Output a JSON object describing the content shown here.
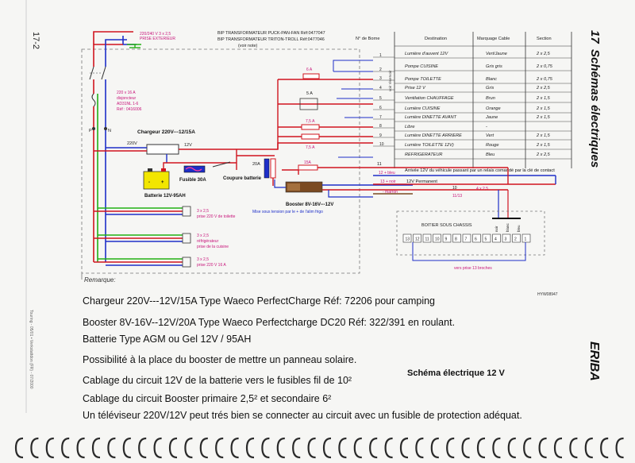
{
  "page": {
    "page_number": "17-2",
    "chapter_number": "17",
    "chapter_title": "Schémas électriques",
    "brand": "ERIBA",
    "ref_code": "HYW08947",
    "remark_label": "Remarque:",
    "side_note": "Touring - 05/01 • Verkstattdon (FR) - 07/2000",
    "diagram_caption": "Schéma électrique 12 V"
  },
  "header": {
    "line1": "BIP TRANSFORMATEUR PUCK-PAN-FAN Réf:0477047",
    "line2": "BIP TRANSFORMATEUR TRITON-TROLL Réf:0477046",
    "line3": "(voir note)"
  },
  "table": {
    "col_headers": [
      "N° de Borne",
      "Destination",
      "Marquage Cable",
      "Section"
    ],
    "terminals": [
      "1",
      "2",
      "3",
      "4",
      "5",
      "6",
      "7",
      "8",
      "9",
      "10"
    ],
    "rows": [
      {
        "dest": "Lumière d'auvent 12V",
        "mark": "Vert/Jaune",
        "section": "2 x 2,5"
      },
      {
        "dest": "Pompe CUISINE",
        "mark": "Gris  gris",
        "section": "2 x 0,75"
      },
      {
        "dest": "Pompe TOILETTE",
        "mark": "Blanc",
        "section": "2 x 0,75"
      },
      {
        "dest": "Prise  12 V",
        "mark": "Gris",
        "section": "2 x 2,5"
      },
      {
        "dest": "Ventilation CHAUFFAGE",
        "mark": "Brun",
        "section": "2 x 1,5"
      },
      {
        "dest": "Lumière CUISINE",
        "mark": "Orange",
        "section": "2 x 1,5"
      },
      {
        "dest": "Lumière DINETTE AVANT",
        "mark": "Jaune",
        "section": "2 x 1,5"
      },
      {
        "dest": "Libre",
        "mark": "-",
        "section": ""
      },
      {
        "dest": "Lumière DINETTE ARRIERE",
        "mark": "Vert",
        "section": "2 x 1,5"
      },
      {
        "dest": "Lumière TOILETTE 12V)",
        "mark": "Rouge",
        "section": "2 x 1,5"
      },
      {
        "dest": "REFRIGERATEUR",
        "mark": "Bleu",
        "section": "2 x 2,5"
      }
    ],
    "voir_label": "voir réservoir"
  },
  "diagram": {
    "mains_label1": "220/240 V  3 x 2,5",
    "mains_label2": "PRISE EXTERIEUR",
    "breaker_label1": "220 v 16 A",
    "breaker_label2": "disjoncteur",
    "breaker_label3": "AD31NL 1-6",
    "breaker_label4": "Réf : 0416006",
    "terminal_P": "P",
    "terminal_N": "N",
    "charger_label": "Chargeur 220V---12/15A",
    "v220": "220V",
    "v12": "12V",
    "fuse_main": "Fusible 30A",
    "battery_label": "Batterie 12V-95AH",
    "cutoff_label": "Coupure batterie",
    "fuse_20a": "20A",
    "fuse_15a": "15A",
    "fuse_6a": "6 A",
    "fuse_5a": "5 A",
    "fuse_75a_1": "7,5 A",
    "fuse_75a_2": "7,5 A",
    "booster_label": "Booster 8V-16V---12V",
    "booster_note": "Mise sous tension par le + de l'alim frigo",
    "wire11": "11",
    "wire12": "12 + bleu",
    "wire13": "13 + noir",
    "wire_marron": "- marron",
    "arrivee_label": "Arrivée 12V du véhicule passant par un relais comandé par la clé de contact",
    "v12_perm": "12V Permanent",
    "n10": "10",
    "n1112": "11/13",
    "section_4x25": "4 x 2,5",
    "outlet1_l1": "3 x 2,5",
    "outlet1_l2": "prise 220 V de toilette",
    "outlet2_l1": "3 x 2,5",
    "outlet2_l2": "réfrigérateur",
    "outlet2_l3": "prise de la cuisine",
    "outlet3_l1": "3 x 2,5",
    "outlet3_l2": "prise 220 V 16 A",
    "boitier_label": "BOITIER SOUS CHASSIS",
    "boitier_wires": [
      "noir",
      "blanc",
      "bleu"
    ],
    "boitier_terms": [
      "13",
      "12",
      "11",
      "10",
      "9",
      "8",
      "7",
      "6",
      "5",
      "4",
      "3",
      "2",
      "1"
    ],
    "vers_prise": "vers prise 13 broches"
  },
  "notes": [
    "Chargeur 220V---12V/15A   Type Waeco PerfectCharge  Réf: 72206  pour camping",
    "Booster 8V-16V--12V/20A Type Waeco Perfectcharge DC20 Réf: 322/391 en roulant.",
    "Batterie Type AGM ou Gel  12V / 95AH",
    "Possibilité à la place du booster de mettre un panneau solaire.",
    "Cablage du circuit 12V de la batterie vers le fusibles fil de 10²",
    "Cablage du circuit Booster primaire 2,5² et secondaire 6²",
    "Un téléviseur 220V/12V peut trés bien se connecter au circuit avec un fusible de protection adéquat."
  ],
  "colors": {
    "wire_red": "#d0141e",
    "wire_blue": "#1e2fc8",
    "wire_green": "#22b014",
    "magenta_text": "#c8147a",
    "battery_yellow": "#f2e600"
  }
}
